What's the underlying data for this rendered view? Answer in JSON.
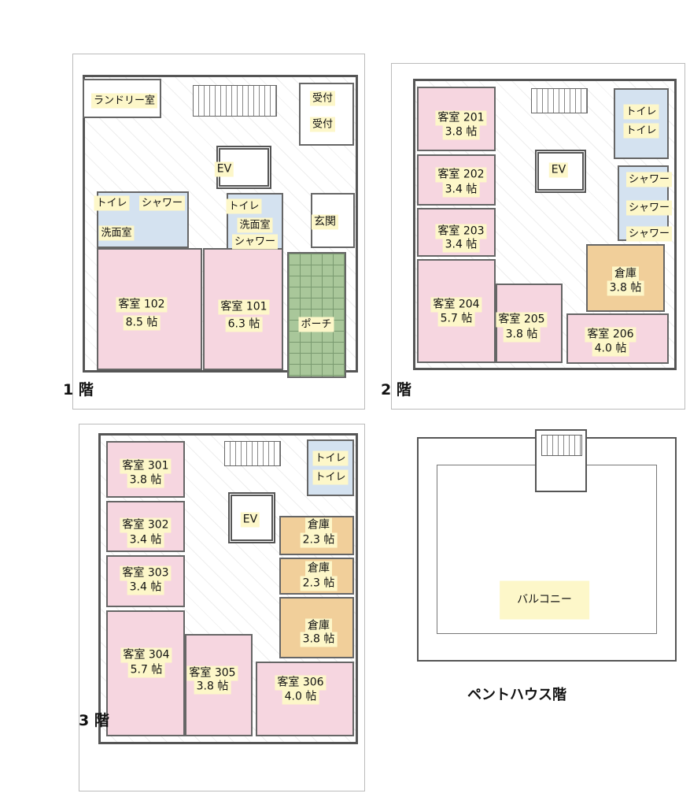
{
  "floor1": {
    "label": "1 階",
    "laundry": "ランドリー室",
    "reception": [
      "受付",
      "受付"
    ],
    "ev": "EV",
    "toilet": [
      "トイレ",
      "トイレ"
    ],
    "shower": [
      "シャワー",
      "シャワー"
    ],
    "washroom": [
      "洗面室",
      "洗面室"
    ],
    "entrance": "玄関",
    "porch": "ポーチ",
    "rooms": [
      {
        "name": "客室 102",
        "size": "8.5 帖"
      },
      {
        "name": "客室 101",
        "size": "6.3 帖"
      }
    ]
  },
  "floor2": {
    "label": "2 階",
    "ev": "EV",
    "toilet": [
      "トイレ",
      "トイレ"
    ],
    "shower": [
      "シャワー",
      "シャワー",
      "シャワー"
    ],
    "storage": {
      "name": "倉庫",
      "size": "3.8 帖"
    },
    "rooms": [
      {
        "name": "客室 201",
        "size": "3.8 帖"
      },
      {
        "name": "客室 202",
        "size": "3.4 帖"
      },
      {
        "name": "客室 203",
        "size": "3.4 帖"
      },
      {
        "name": "客室 204",
        "size": "5.7 帖"
      },
      {
        "name": "客室 205",
        "size": "3.8 帖"
      },
      {
        "name": "客室 206",
        "size": "4.0 帖"
      }
    ]
  },
  "floor3": {
    "label": "3 階",
    "ev": "EV",
    "toilet": [
      "トイレ",
      "トイレ"
    ],
    "storage": [
      {
        "name": "倉庫",
        "size": "2.3 帖"
      },
      {
        "name": "倉庫",
        "size": "2.3 帖"
      },
      {
        "name": "倉庫",
        "size": "3.8 帖"
      }
    ],
    "rooms": [
      {
        "name": "客室 301",
        "size": "3.8 帖"
      },
      {
        "name": "客室 302",
        "size": "3.4 帖"
      },
      {
        "name": "客室 303",
        "size": "3.4 帖"
      },
      {
        "name": "客室 304",
        "size": "5.7 帖"
      },
      {
        "name": "客室 305",
        "size": "3.8 帖"
      },
      {
        "name": "客室 306",
        "size": "4.0 帖"
      }
    ]
  },
  "penthouse": {
    "label": "ペントハウス階",
    "balcony": "バルコニー"
  },
  "colors": {
    "guest_room": "#f6d6e0",
    "wet_area": "#d4e2f0",
    "storage": "#f1cf9a",
    "porch": "#a9c79a",
    "label_bg": "#fdf7c9"
  }
}
